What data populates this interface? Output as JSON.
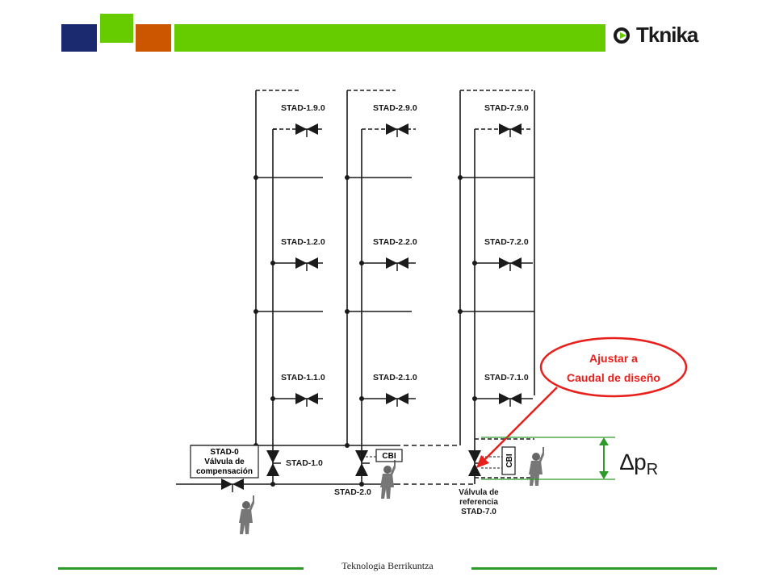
{
  "header": {
    "logo_text": "Tknika",
    "colors": {
      "navy": "#1b2a6e",
      "green": "#66cc00",
      "orange": "#cc5500",
      "bar": "#66cc00"
    }
  },
  "diagram": {
    "riser_labels": {
      "r1": [
        "STAD-1.9.0",
        "STAD-1.2.0",
        "STAD-1.1.0"
      ],
      "r2": [
        "STAD-2.9.0",
        "STAD-2.2.0",
        "STAD-2.1.0"
      ],
      "r7": [
        "STAD-7.9.0",
        "STAD-7.2.0",
        "STAD-7.1.0"
      ]
    },
    "stad0": [
      "STAD-0",
      "Válvula de",
      "compensación"
    ],
    "stad10": "STAD-1.0",
    "stad20": "STAD-2.0",
    "cbi": "CBI",
    "reference": [
      "Válvula de",
      "referencia",
      "STAD-7.0"
    ],
    "callout": [
      "Ajustar a",
      "Caudal de diseño"
    ],
    "delta_symbol": "∆p",
    "delta_sub": "R",
    "colors": {
      "line": "#1a1a1a",
      "callout": "#e8201c",
      "delta": "#2e9a2a"
    }
  },
  "footer": {
    "text": "Teknologia Berrikuntza"
  }
}
